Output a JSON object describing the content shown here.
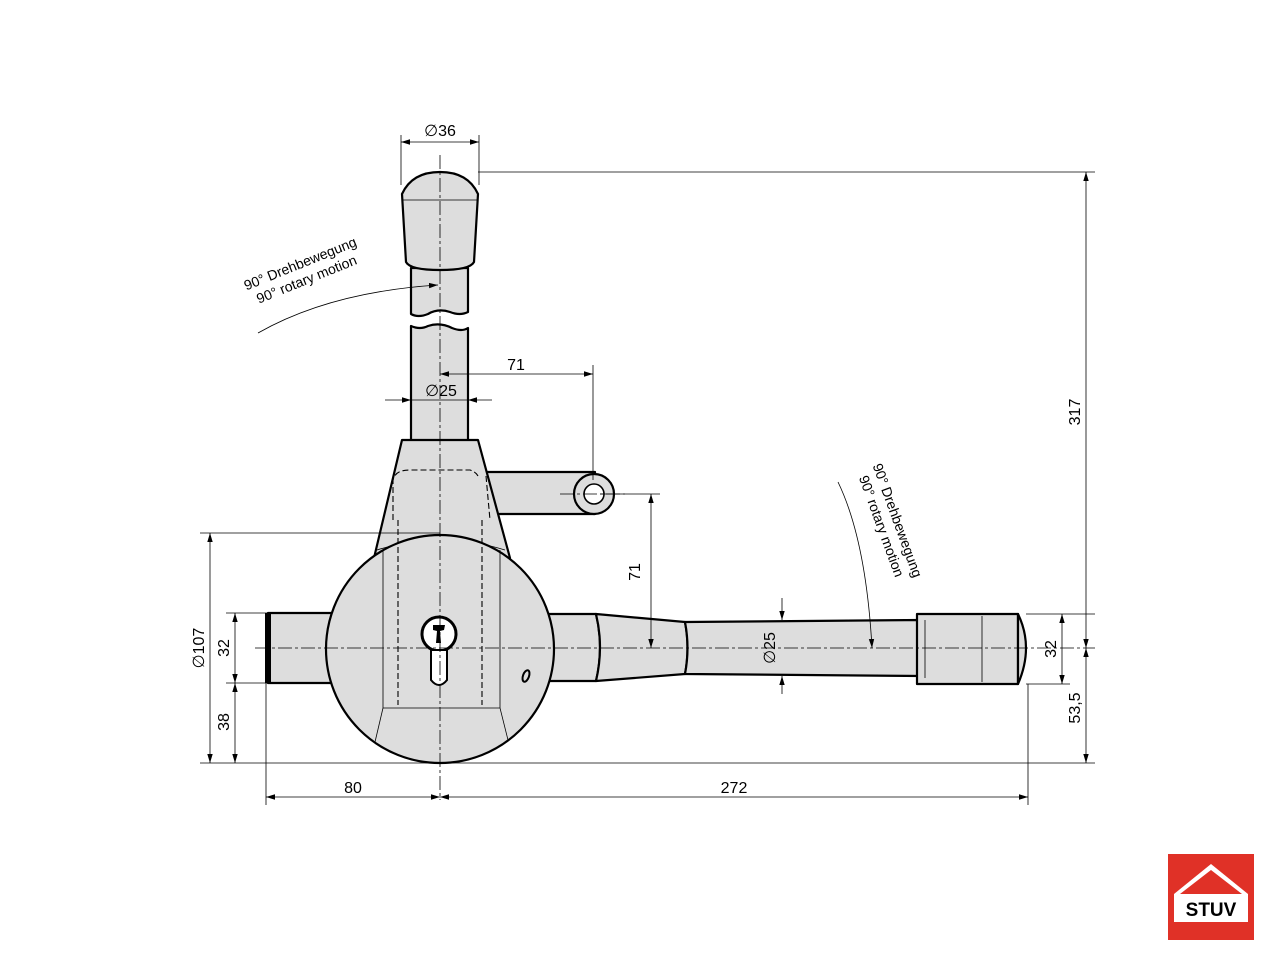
{
  "dimensions": {
    "knob_diameter": "∅36",
    "shaft_diameter": "∅25",
    "arm_diameter": "∅25",
    "body_diameter": "∅107",
    "offset_horizontal": "71",
    "offset_vertical": "71",
    "total_height": "317",
    "left_width": "80",
    "right_width": "272",
    "left_32": "32",
    "left_38": "38",
    "right_32": "32",
    "right_53_5": "53,5"
  },
  "notes": {
    "rotary_top_de": "90° Drehbewegung",
    "rotary_top_en": "90° rotary motion",
    "rotary_right_de": "90° Drehbewegung",
    "rotary_right_en": "90° rotary motion"
  },
  "logo": {
    "text": "STUV",
    "color": "#e03127"
  },
  "colors": {
    "part_fill": "#dddddd",
    "line": "#000000"
  }
}
